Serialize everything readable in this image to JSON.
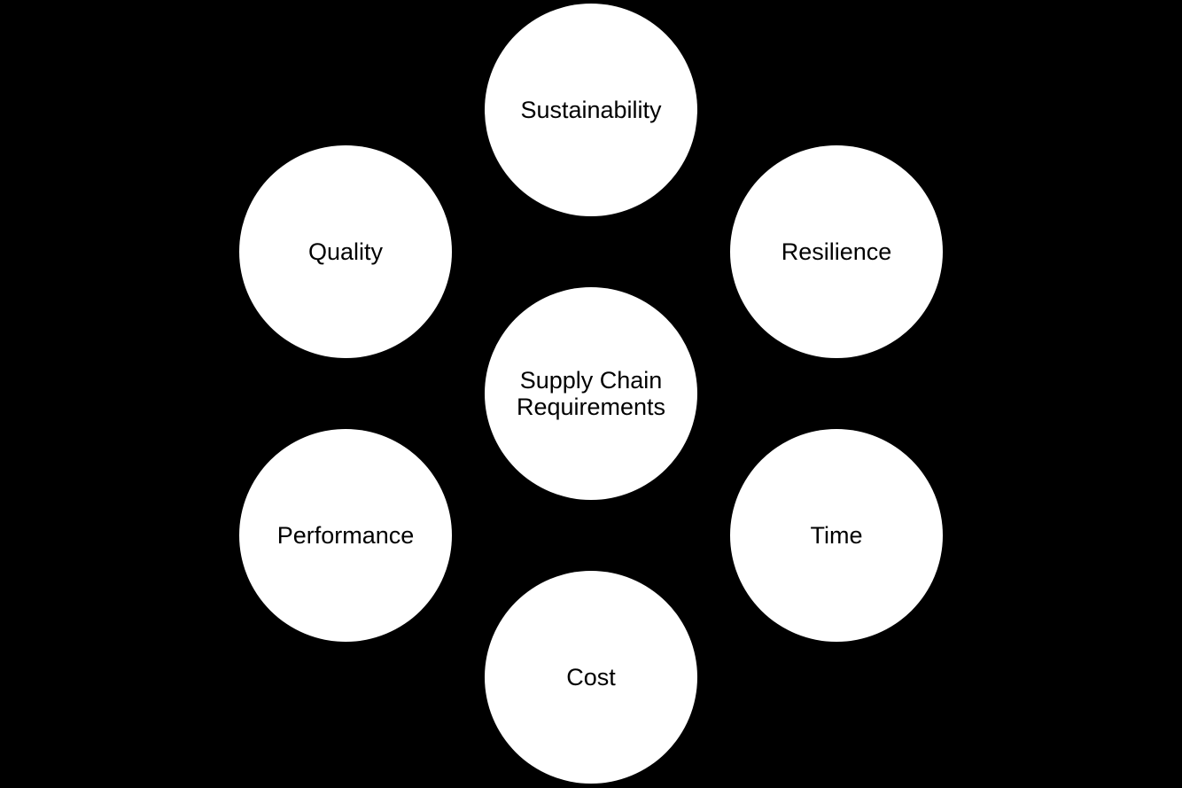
{
  "diagram": {
    "type": "radial-hub-diagram",
    "background_color": "#000000",
    "node_fill_color": "#ffffff",
    "node_text_color": "#000000",
    "center_node": {
      "label": "Supply Chain Requirements"
    },
    "nodes": [
      {
        "id": "sustainability",
        "label": "Sustainability",
        "position": "top"
      },
      {
        "id": "resilience",
        "label": "Resilience",
        "position": "top-right"
      },
      {
        "id": "time",
        "label": "Time",
        "position": "bottom-right"
      },
      {
        "id": "cost",
        "label": "Cost",
        "position": "bottom"
      },
      {
        "id": "performance",
        "label": "Performance",
        "position": "bottom-left"
      },
      {
        "id": "quality",
        "label": "Quality",
        "position": "top-left"
      }
    ]
  }
}
